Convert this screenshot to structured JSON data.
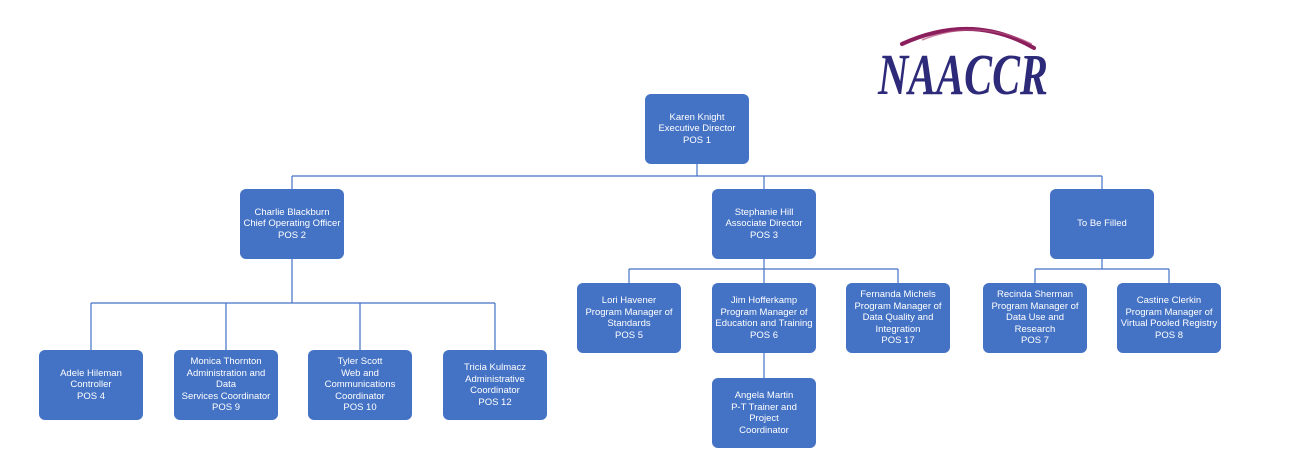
{
  "logo": {
    "text": "NAACCR",
    "color": "#2E2A7A",
    "swoosh_color": "#8B1E5C"
  },
  "colors": {
    "box_fill": "#4472C4",
    "connector": "#4472C4",
    "text": "#FFFFFF"
  },
  "nodes": {
    "karen": {
      "name": "Karen Knight",
      "title": "Executive Director",
      "pos": "POS 1"
    },
    "charlie": {
      "name": "Charlie Blackburn",
      "title": "Chief Operating Officer",
      "pos": "POS 2"
    },
    "stephanie": {
      "name": "Stephanie Hill",
      "title": "Associate Director",
      "pos": "POS 3"
    },
    "tbf": {
      "name": "To Be Filled"
    },
    "adele": {
      "name": "Adele Hileman",
      "title": "Controller",
      "pos": "POS 4"
    },
    "monica": {
      "name": "Monica Thornton",
      "title_1": "Administration and Data",
      "title_2": "Services Coordinator",
      "pos": "POS 9"
    },
    "tyler": {
      "name": "Tyler Scott",
      "title_1": "Web and",
      "title_2": "Communications",
      "title_3": "Coordinator",
      "pos": "POS 10"
    },
    "tricia": {
      "name": "Tricia Kulmacz",
      "title_1": "Administrative",
      "title_2": "Coordinator",
      "pos": "POS 12"
    },
    "lori": {
      "name": "Lori Havener",
      "title_1": "Program Manager of",
      "title_2": "Standards",
      "pos": "POS 5"
    },
    "jim": {
      "name": "Jim Hofferkamp",
      "title_1": "Program Manager of",
      "title_2": "Education and Training",
      "pos": "POS 6"
    },
    "fernanda": {
      "name": "Fernanda Michels",
      "title_1": "Program Manager of",
      "title_2": "Data Quality and",
      "title_3": "Integration",
      "pos": "POS 17"
    },
    "angela": {
      "name": "Angela Martin",
      "title_1": "P-T Trainer and Project",
      "title_2": "Coordinator"
    },
    "recinda": {
      "name": "Recinda Sherman",
      "title_1": "Program Manager of",
      "title_2": "Data Use and Research",
      "pos": "POS 7"
    },
    "castine": {
      "name": "Castine Clerkin",
      "title_1": "Program Manager of",
      "title_2": "Virtual Pooled Registry",
      "pos": "POS 8"
    }
  }
}
